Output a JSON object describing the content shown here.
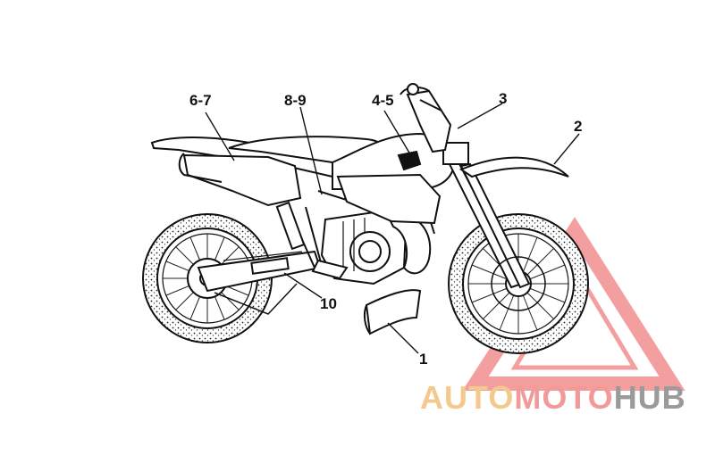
{
  "callouts": [
    {
      "id": "1",
      "label": "1"
    },
    {
      "id": "2",
      "label": "2"
    },
    {
      "id": "3",
      "label": "3"
    },
    {
      "id": "4-5",
      "label": "4-5"
    },
    {
      "id": "6-7",
      "label": "6-7"
    },
    {
      "id": "8-9",
      "label": "8-9"
    },
    {
      "id": "10",
      "label": "10"
    }
  ],
  "watermark": {
    "part1": "AUTO",
    "part2": "MOTO",
    "part3": "HUB",
    "colors": {
      "auto": "#f3c98e",
      "moto": "#f19a9a",
      "hub": "#9a9a9a",
      "triangle": "#f08080"
    }
  },
  "line_color": "#111111"
}
